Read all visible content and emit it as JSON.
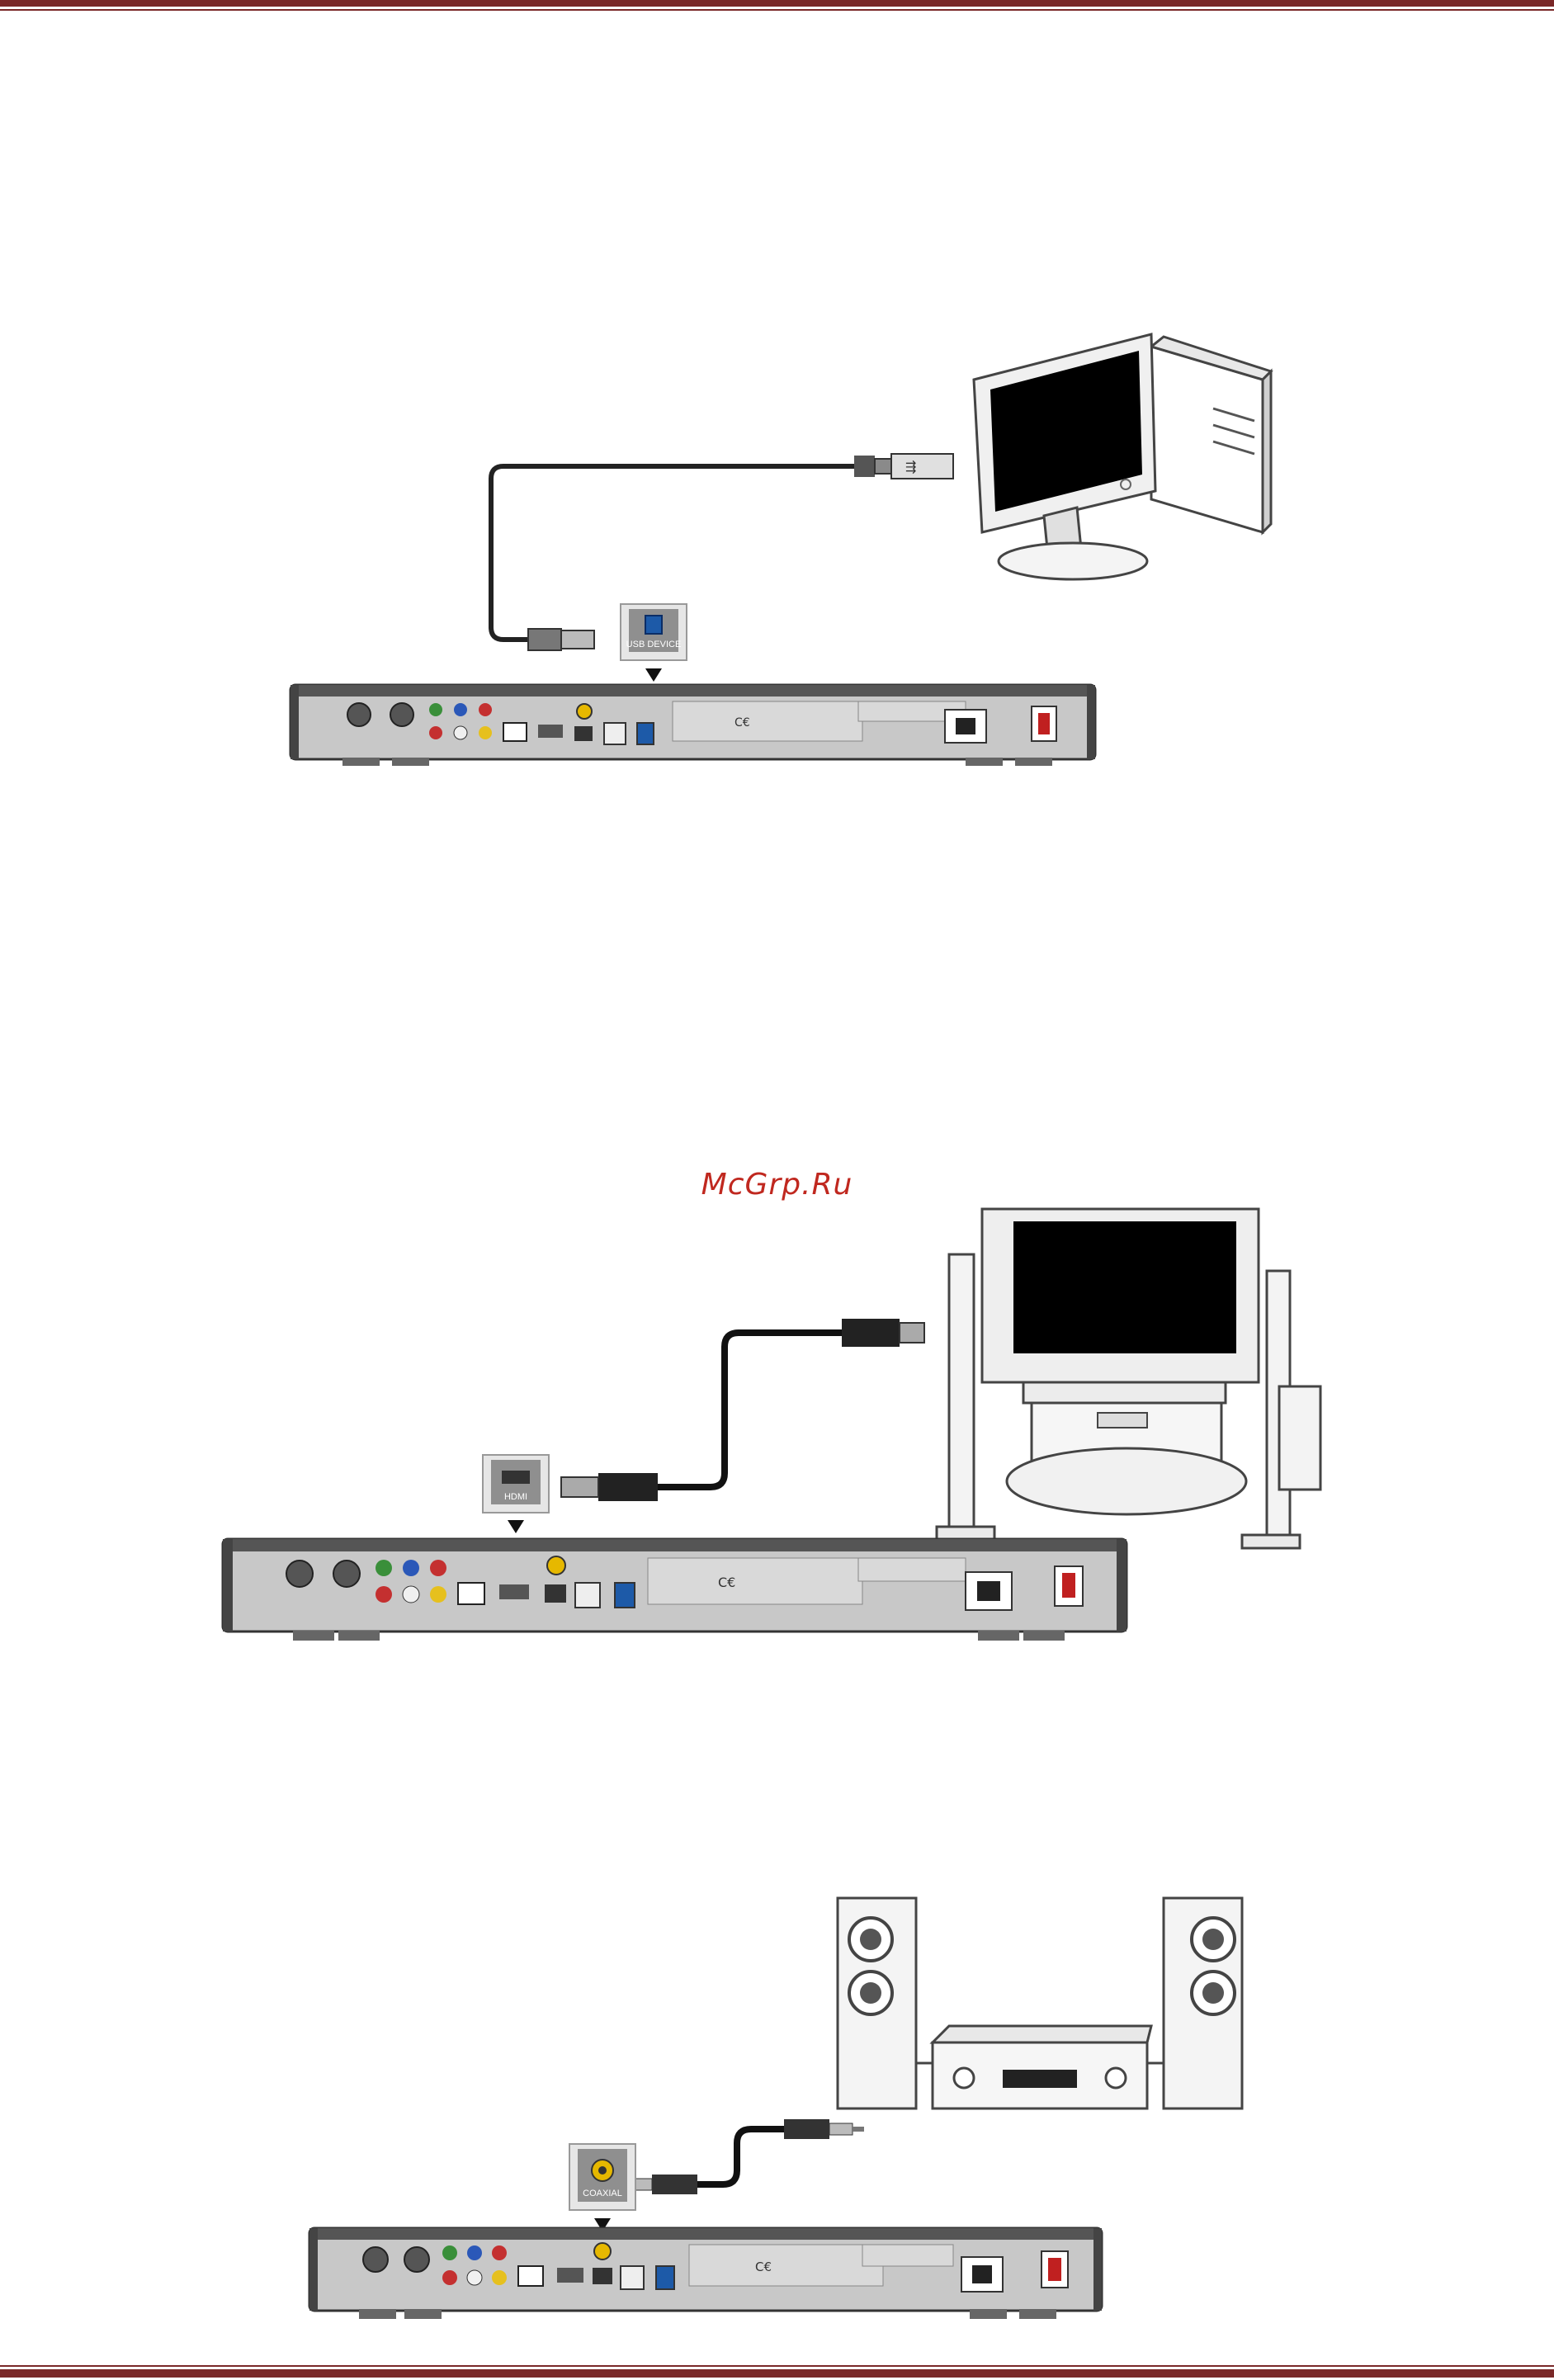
{
  "watermark": "McGrp.Ru",
  "diagrams": [
    {
      "connection": "USB",
      "port_label": "USB DEVICE",
      "device": "computer"
    },
    {
      "connection": "HDMI",
      "port_label": "HDMI",
      "device": "tv-home-theater"
    },
    {
      "connection": "Coaxial",
      "port_label": "COAXIAL",
      "device": "stereo-amplifier"
    }
  ],
  "colors": {
    "rule": "#7a2828",
    "watermark": "#c0281f",
    "receiver": "#c8c8c8",
    "screen": "#000000"
  }
}
